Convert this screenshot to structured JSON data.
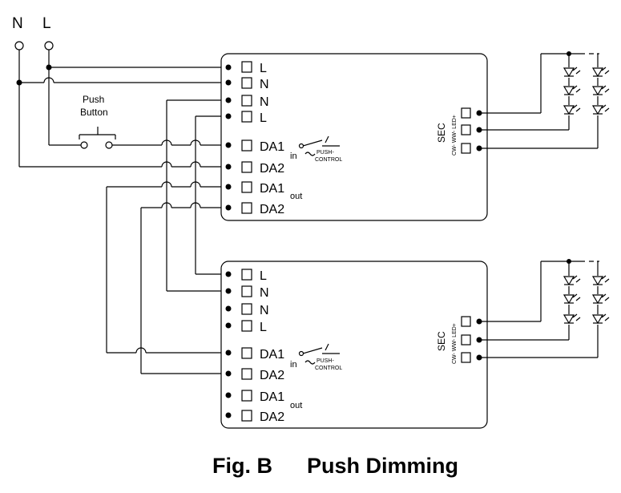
{
  "mains": {
    "n_label": "N",
    "l_label": "L"
  },
  "push_button": {
    "line1": "Push",
    "line2": "Button"
  },
  "driver_top": {
    "terminals": [
      "L",
      "N",
      "N",
      "L",
      "DA1",
      "DA2",
      "DA1",
      "DA2"
    ],
    "in_label": "in",
    "out_label": "out",
    "push_label_1": "PUSH-",
    "push_label_2": "CONTROL",
    "sec_label": "SEC",
    "sec_outputs": "CW- WW- LED+"
  },
  "driver_bottom": {
    "terminals": [
      "L",
      "N",
      "N",
      "L",
      "DA1",
      "DA2",
      "DA1",
      "DA2"
    ],
    "in_label": "in",
    "out_label": "out",
    "push_label_1": "PUSH-",
    "push_label_2": "CONTROL",
    "sec_label": "SEC",
    "sec_outputs": "CW- WW- LED+"
  },
  "caption": {
    "fig": "Fig. B",
    "title": "Push Dimming"
  }
}
